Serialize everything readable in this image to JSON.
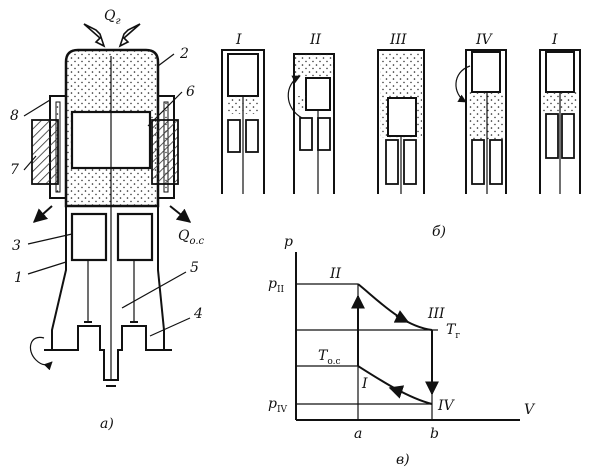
{
  "panel_a": {
    "caption": "a)",
    "heat_in": "Q",
    "heat_in_sub": "г",
    "heat_out": "Q",
    "heat_out_sub": "o.c",
    "part_numbers": [
      "1",
      "2",
      "3",
      "4",
      "5",
      "6",
      "7",
      "8"
    ]
  },
  "panel_b": {
    "caption": "б)",
    "stages": [
      "I",
      "II",
      "III",
      "IV",
      "I"
    ]
  },
  "panel_c": {
    "caption": "в)",
    "y_axis": "p",
    "x_axis": "V",
    "p_high": "p",
    "p_high_sub": "II",
    "p_low": "p",
    "p_low_sub": "IV",
    "t_hot": "T",
    "t_hot_sub": "г",
    "t_cold": "T",
    "t_cold_sub": "o.c",
    "points": [
      "II",
      "III",
      "IV",
      "I"
    ],
    "x_ticks": [
      "a",
      "b"
    ]
  },
  "colors": {
    "ink": "#111111",
    "paper": "#ffffff",
    "hatch": "#333333"
  }
}
